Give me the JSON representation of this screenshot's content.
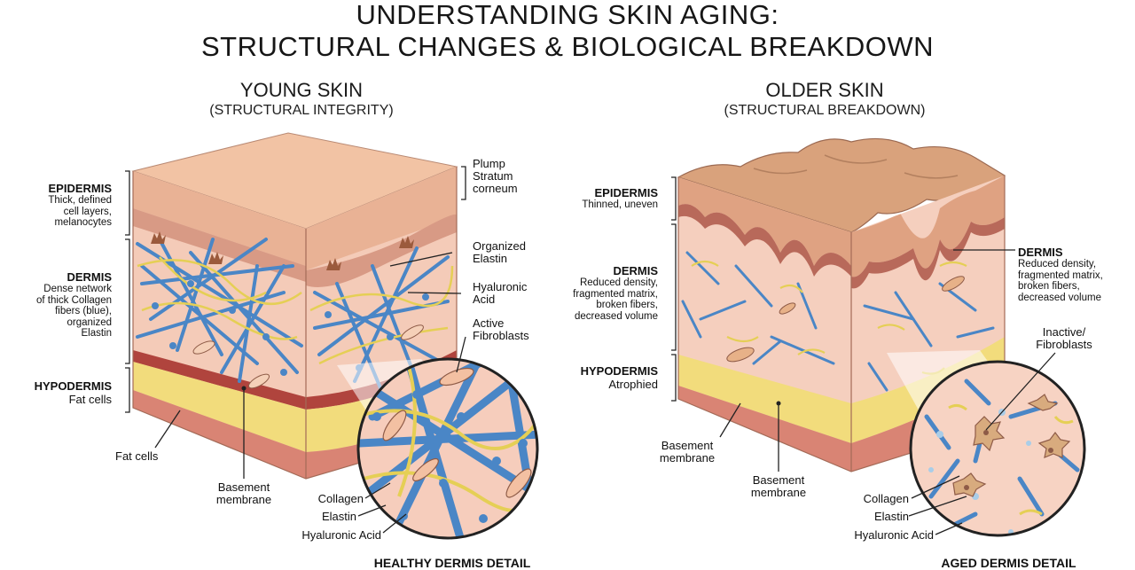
{
  "title": {
    "line1": "UNDERSTANDING SKIN AGING:",
    "line2": "STRUCTURAL CHANGES & BIOLOGICAL BREAKDOWN"
  },
  "young": {
    "heading": "YOUNG SKIN",
    "subheading": "(STRUCTURAL INTEGRITY)",
    "epidermis": {
      "name": "EPIDERMIS",
      "desc": [
        "Thick, defined",
        "cell layers,",
        "melanocytes"
      ]
    },
    "dermis": {
      "name": "DERMIS",
      "desc": [
        "Dense network",
        "of thick Collagen",
        "fibers (blue),",
        "organized",
        "Elastin"
      ]
    },
    "hypodermis": {
      "name": "HYPODERMIS",
      "desc": [
        "Fat cells"
      ]
    },
    "right_labels": {
      "stratum": [
        "Plump",
        "Stratum",
        "corneum"
      ],
      "elastin": [
        "Organized",
        "Elastin"
      ],
      "hyaluronic": [
        "Hyaluronic",
        "Acid"
      ],
      "fibroblasts": [
        "Active",
        "Fibroblasts"
      ]
    },
    "fat_cells": "Fat cells",
    "basement": [
      "Basement",
      "membrane"
    ],
    "detail_labels": {
      "collagen": "Collagen",
      "elastin": "Elastin",
      "hyaluronic": "Hyaluronic Acid"
    },
    "detail_caption": "HEALTHY DERMIS DETAIL"
  },
  "older": {
    "heading": "OLDER SKIN",
    "subheading": "(STRUCTURAL BREAKDOWN)",
    "epidermis": {
      "name": "EPIDERMIS",
      "desc": [
        "Thinned, uneven"
      ]
    },
    "dermis": {
      "name": "DERMIS",
      "desc": [
        "Reduced density,",
        "fragmented matrix,",
        "broken fibers,",
        "decreased volume"
      ]
    },
    "hypodermis": {
      "name": "HYPODERMIS",
      "desc": [
        "Atrophied"
      ]
    },
    "right_dermis": {
      "name": "DERMIS",
      "desc": [
        "Reduced density,",
        "fragmented matrix,",
        "broken fibers,",
        "decreased volume"
      ]
    },
    "fibroblasts": [
      "Inactive/",
      "Fibroblasts"
    ],
    "basement_left": [
      "Basement",
      "membrane"
    ],
    "basement_center": [
      "Basement",
      "membrane"
    ],
    "detail_labels": {
      "collagen": "Collagen",
      "elastin": "Elastin",
      "hyaluronic": "Hyaluronic Acid"
    },
    "detail_caption": "AGED DERMIS DETAIL"
  },
  "colors": {
    "collagen": "#4a86c6",
    "elastin": "#e5cf55",
    "dermis": "#f3c7b3",
    "epidermis": "#eab08f",
    "fat": "#f2dc7c",
    "membrane": "#b0443d"
  }
}
